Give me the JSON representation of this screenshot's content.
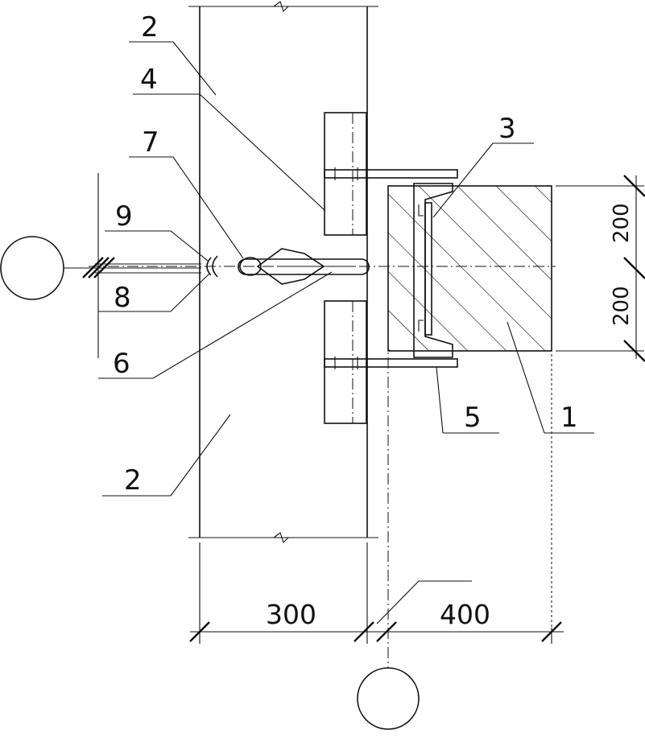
{
  "callouts": {
    "c2_top": "2",
    "c4": "4",
    "c7": "7",
    "c9": "9",
    "c8": "8",
    "c6": "6",
    "c2_bottom": "2",
    "c3": "3",
    "c5": "5",
    "c1": "1"
  },
  "dimensions": {
    "left_width": "300",
    "right_width": "400",
    "upper_height": "200",
    "lower_height": "200"
  }
}
